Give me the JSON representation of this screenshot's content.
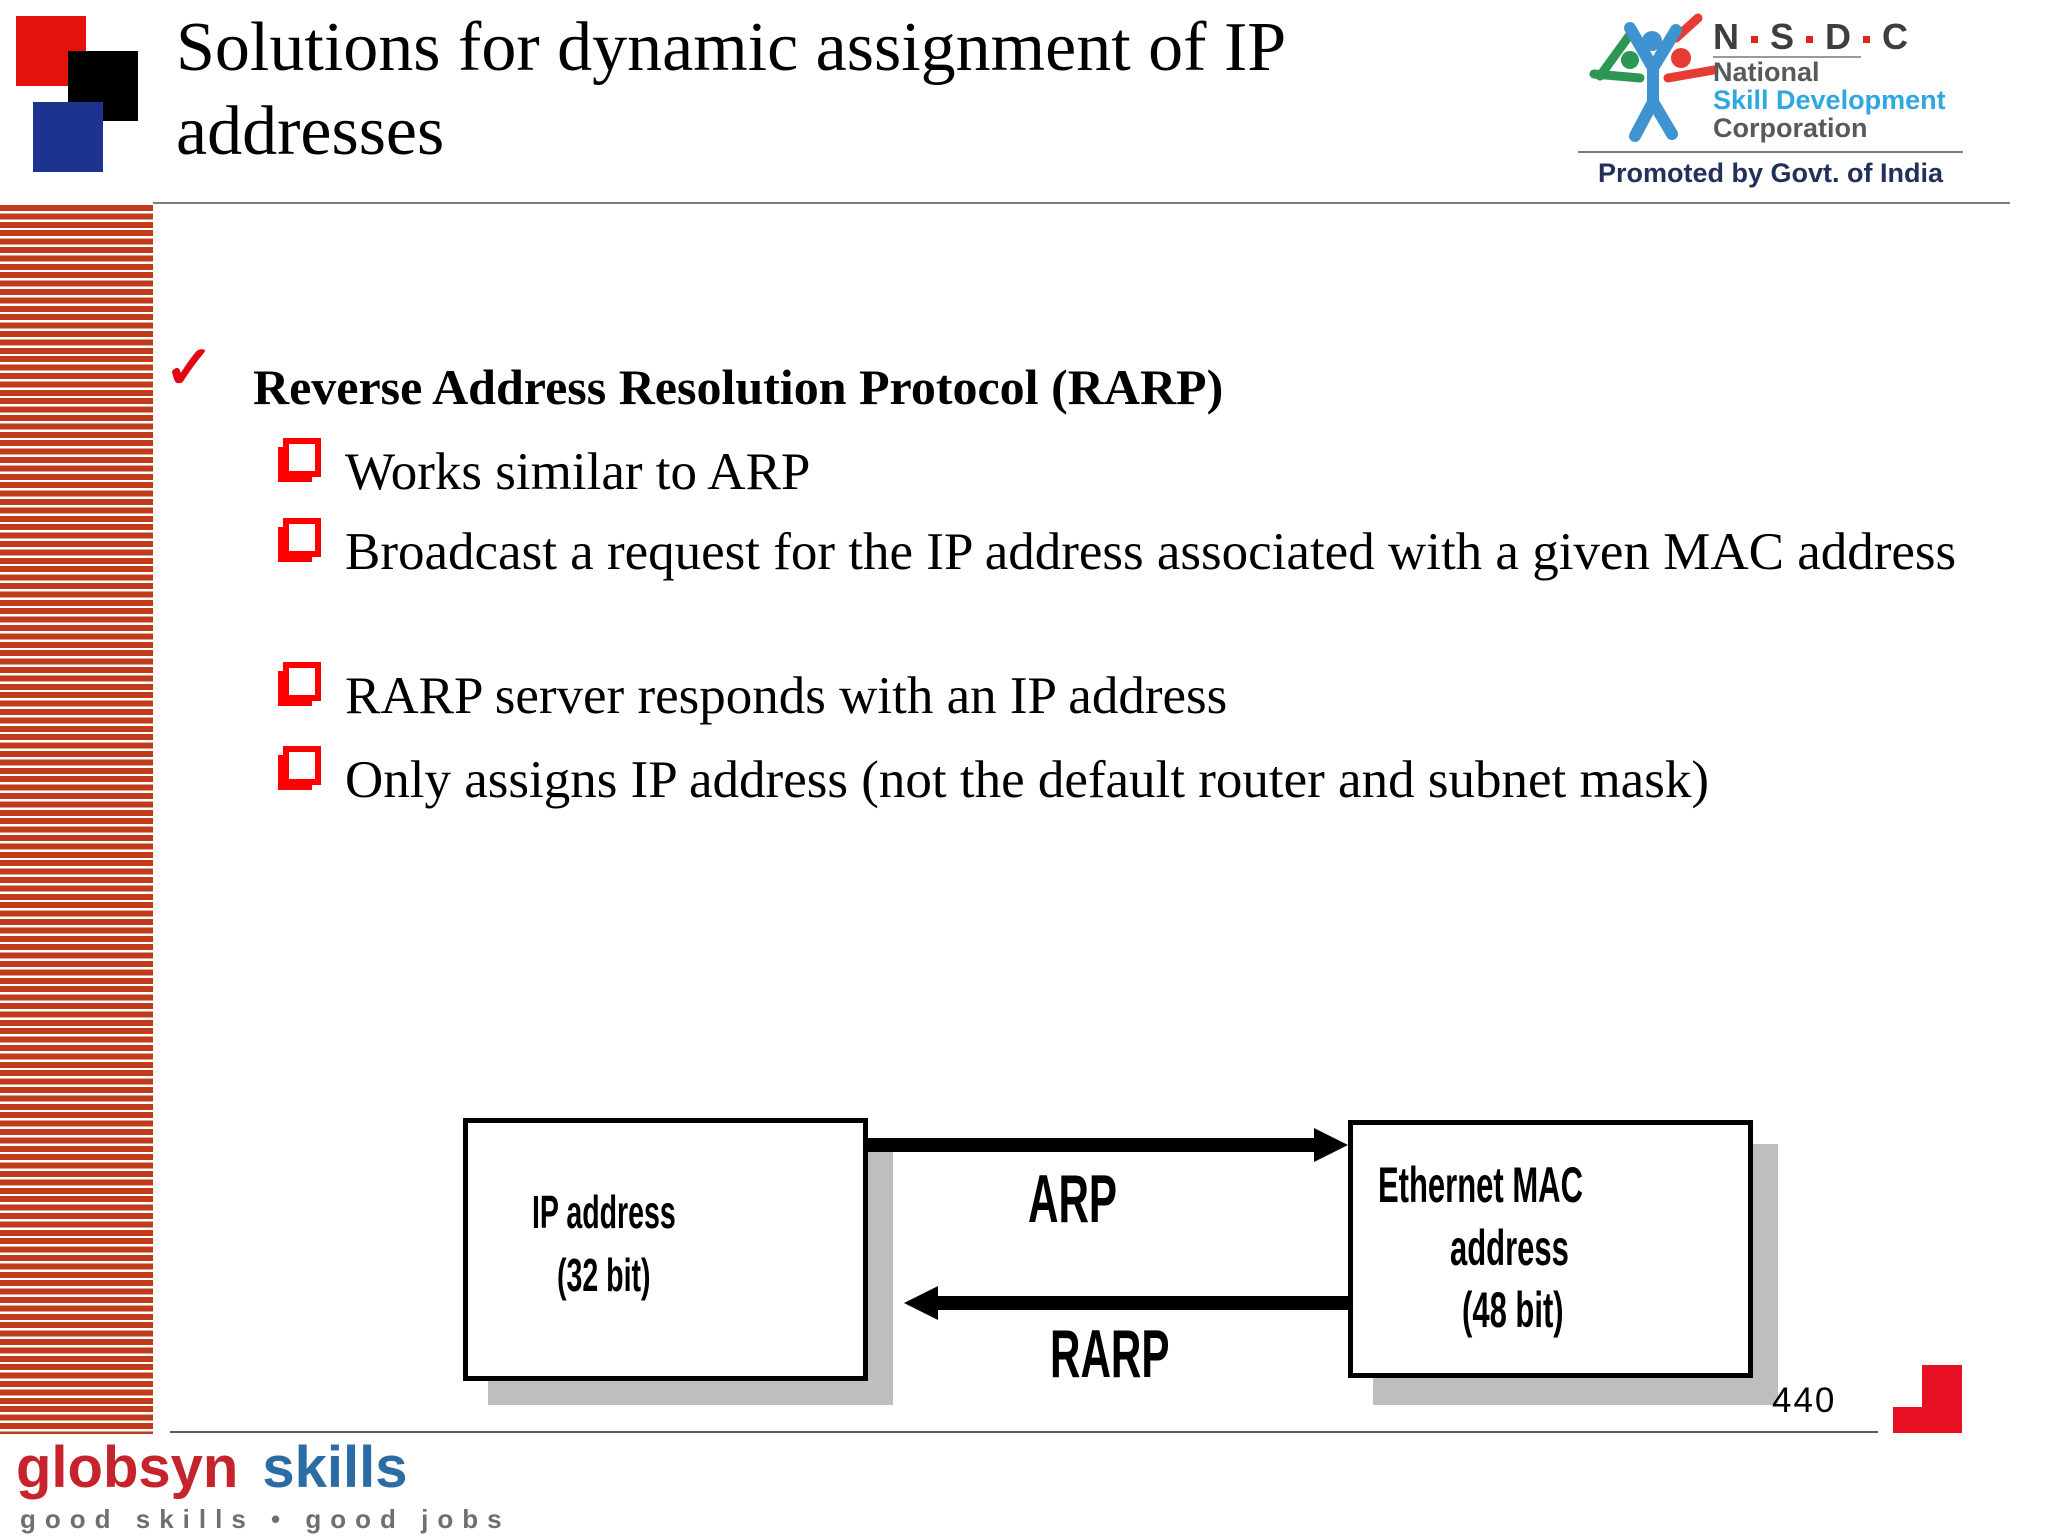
{
  "slide": {
    "title": "Solutions for dynamic assignment of IP addresses",
    "page_number": "440"
  },
  "icons": {
    "checkmark": "✓"
  },
  "content": {
    "heading": "Reverse Address Resolution Protocol (RARP)",
    "bullets": [
      "Works similar to ARP",
      "Broadcast a request for the IP address associated with a given MAC address",
      "RARP server responds with an IP address",
      "Only assigns IP address (not the default router and subnet mask)"
    ]
  },
  "diagram": {
    "left_box": {
      "line1": "IP address",
      "line2": "(32 bit)"
    },
    "right_box": {
      "line1": "Ethernet MAC",
      "line2": "address",
      "line3": "(48 bit)"
    },
    "arrow_top_label": "ARP",
    "arrow_bottom_label": "RARP"
  },
  "nsdc_logo": {
    "letters": [
      "N",
      "S",
      "D",
      "C"
    ],
    "name_line1": "National",
    "name_line2": "Skill Development",
    "name_line3": "Corporation",
    "tagline": "Promoted by Govt. of India"
  },
  "globsyn_logo": {
    "name_part1": "globsyn",
    "name_part2": "skills",
    "tagline": "good skills • good jobs"
  },
  "colors": {
    "stripe_red": "#c23a1c",
    "bullet_red": "#ff0000",
    "checkmark_red": "#e30613",
    "corner_red": "#e81123",
    "square_red": "#e3120b",
    "square_blue": "#1c3490",
    "nsdc_blue": "#2fa7df",
    "nsdc_gray": "#58595b",
    "nsdc_navy": "#22305a",
    "globsyn_red": "#c5242c",
    "globsyn_blue": "#2c6ca5",
    "diagram_shadow_gray": "#bebebe"
  }
}
